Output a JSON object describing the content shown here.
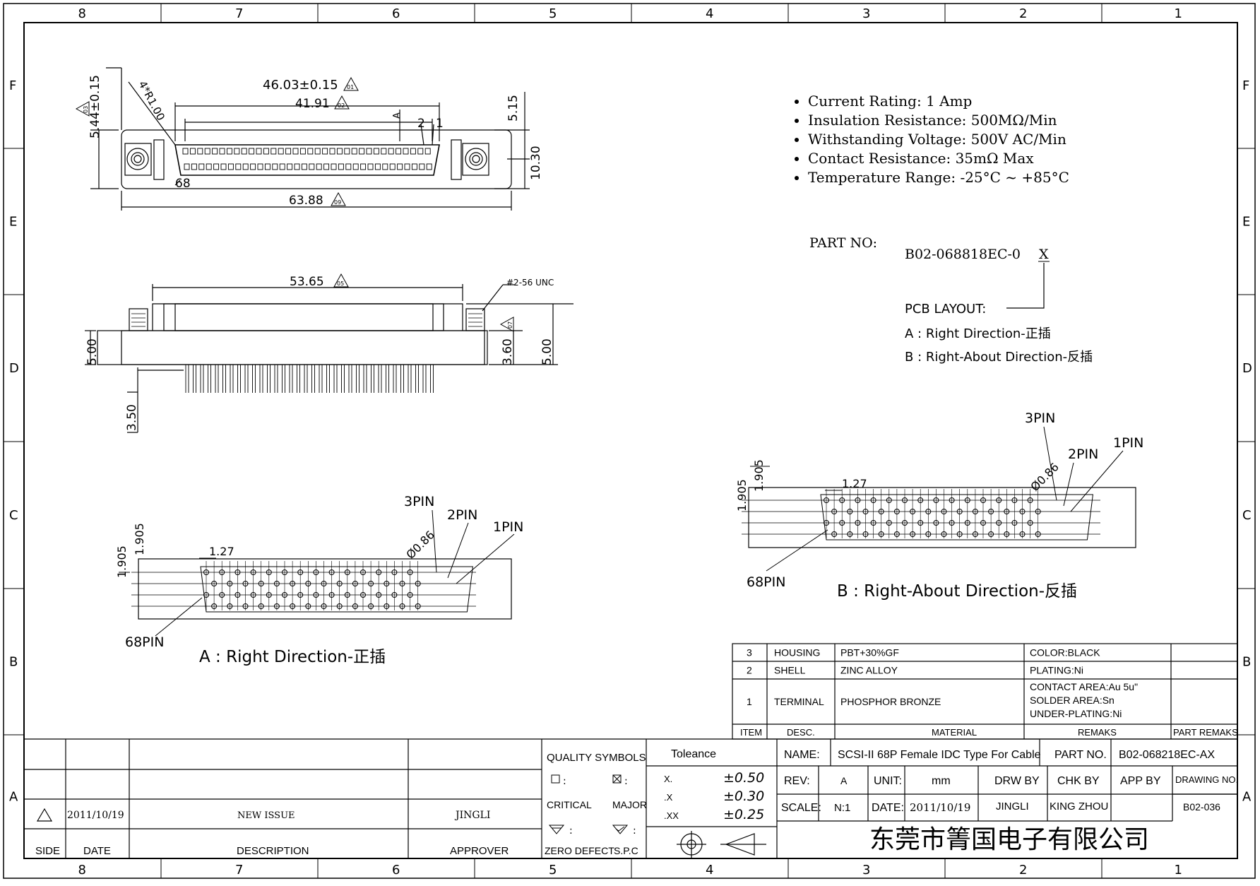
{
  "frame": {
    "columns": [
      "8",
      "7",
      "6",
      "5",
      "4",
      "3",
      "2",
      "1"
    ],
    "rows": [
      "F",
      "E",
      "D",
      "C",
      "B",
      "A"
    ]
  },
  "specs": [
    "Current Rating: 1 Amp",
    "Insulation Resistance: 500MΩ/Min",
    "Withstanding Voltage: 500V AC/Min",
    "Contact Resistance: 35mΩ Max",
    "Temperature Range: -25°C ~ +85°C"
  ],
  "part": {
    "label": "PART NO:",
    "number": "B02-068818EC-0",
    "suffix": "X",
    "pcb_label": "PCB LAYOUT:",
    "option_a": "A : Right Direction-正插",
    "option_b": "B : Right-About Direction-反插"
  },
  "top_view": {
    "dim_overall": "46.03±0.15",
    "dim_overall_mark": "01",
    "dim_inner": "41.91",
    "dim_inner_mark": "02",
    "dim_width": "63.88",
    "dim_width_mark": "09",
    "dim_height_left": "5.44±0.15",
    "dim_height_left_mark": "03",
    "dim_radius": "4*R1.00",
    "dim_right_top": "5.15",
    "dim_right": "10.30",
    "pin_2": "2",
    "pin_1": "1",
    "pin_68": "68",
    "section": "A"
  },
  "side_view": {
    "dim_top": "53.65",
    "dim_top_mark": "05",
    "screw": "#2-56 UNC",
    "screw_mark": "07",
    "dim_left": "5.00",
    "dim_mid": "3.60",
    "dim_right": "5.00",
    "dim_pin": "3.50"
  },
  "layout_a": {
    "caption": "A : Right Direction-正插",
    "pitch": "1.27",
    "row_a": "1.905",
    "row_b": "1.905",
    "hole": "Ø0.86",
    "pin3": "3PIN",
    "pin2": "2PIN",
    "pin1": "1PIN",
    "pin68": "68PIN"
  },
  "layout_b": {
    "caption": "B : Right-About Direction-反插",
    "pitch": "1.27",
    "row_a": "1.905",
    "row_b": "1.905",
    "hole": "Ø0.86",
    "pin3": "3PIN",
    "pin2": "2PIN",
    "pin1": "1PIN",
    "pin68": "68PIN"
  },
  "bom": {
    "rows": [
      {
        "item": "3",
        "desc": "HOUSING",
        "material": "PBT+30%GF",
        "remarks": [
          "COLOR:BLACK"
        ]
      },
      {
        "item": "2",
        "desc": "SHELL",
        "material": "ZINC ALLOY",
        "remarks": [
          "PLATING:Ni"
        ]
      },
      {
        "item": "1",
        "desc": "TERMINAL",
        "material": "PHOSPHOR BRONZE",
        "remarks": [
          "CONTACT AREA:Au 5u\"",
          "SOLDER AREA:Sn",
          "UNDER-PLATING:Ni"
        ]
      }
    ],
    "headers": {
      "item": "ITEM",
      "desc": "DESC.",
      "material": "MATERIAL",
      "remarks": "REMAKS",
      "part_remarks": "PART REMAKS"
    }
  },
  "revision": {
    "side": "SIDE",
    "date": "DATE",
    "description": "DESCRIPTION",
    "approver": "APPROVER",
    "entry_date": "2011/10/19",
    "entry_desc": "NEW ISSUE",
    "entry_approver": "JINGLI"
  },
  "quality": {
    "title": "QUALITY SYMBOLS",
    "critical": "CRITICAL",
    "major": "MAJOR",
    "zero_defect": "ZERO DEFECT",
    "spc": "S.P.C"
  },
  "tolerance": {
    "title": "Toleance",
    "rows": [
      {
        "place": "X.",
        "value": "±0.50"
      },
      {
        "place": ".X",
        "value": "±0.30"
      },
      {
        "place": ".XX",
        "value": "±0.25"
      }
    ]
  },
  "title_block": {
    "name_label": "NAME:",
    "name": "SCSI-II 68P Female IDC Type For Cable",
    "partno_label": "PART NO.",
    "partno": "B02-068218EC-AX",
    "rev_label": "REV:",
    "rev": "A",
    "unit_label": "UNIT:",
    "unit": "mm",
    "drw_by": "DRW BY",
    "chk_by": "CHK BY",
    "app_by": "APP BY",
    "drawing_no_label": "DRAWING NO.",
    "drawing_no": "B02-036",
    "scale_label": "SCALE:",
    "scale": "N:1",
    "date_label": "DATE:",
    "date": "2011/10/19",
    "drawer": "JINGLI",
    "checker": "KING ZHOU",
    "company": "东莞市箐国电子有限公司"
  }
}
